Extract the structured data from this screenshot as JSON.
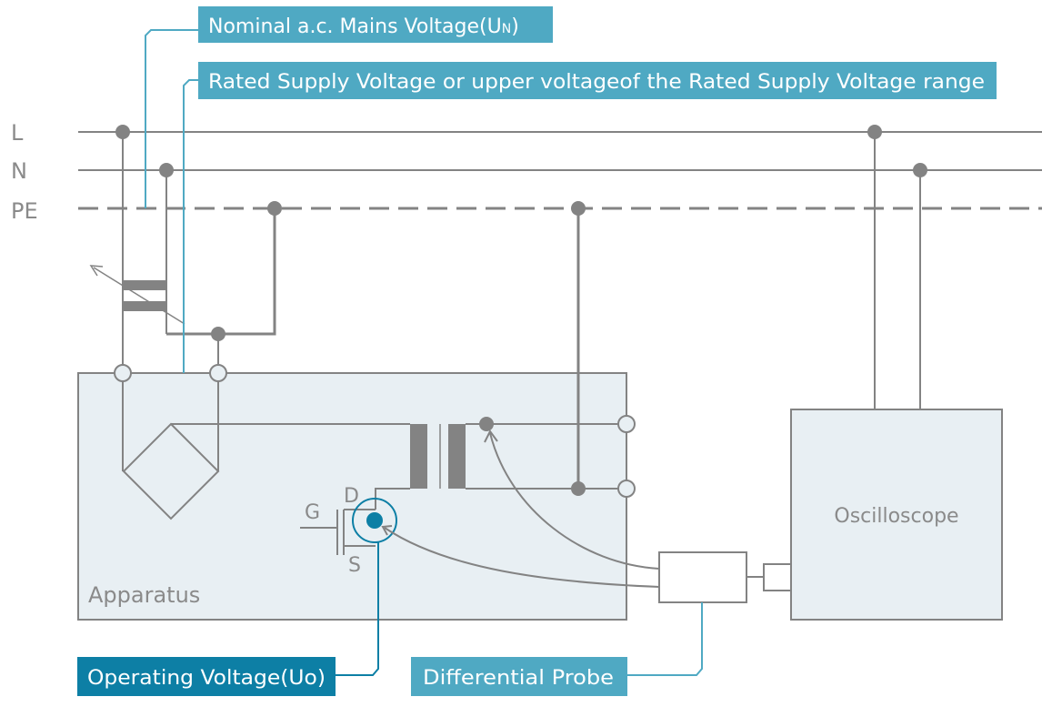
{
  "callouts": {
    "nominal": {
      "label": "Nominal a.c. Mains Voltage(U",
      "sub": "N",
      "suffix": ")"
    },
    "rated": {
      "label": "Rated Supply Voltage or upper voltageof the Rated Supply Voltage range"
    },
    "operating": {
      "label": "Operating Voltage(Uo)"
    },
    "probe": {
      "label": "Differential Probe"
    }
  },
  "lines": {
    "L": "L",
    "N": "N",
    "PE": "PE"
  },
  "blocks": {
    "apparatus": "Apparatus",
    "oscilloscope": "Oscilloscope"
  },
  "transistor": {
    "G": "G",
    "D": "D",
    "S": "S"
  },
  "colors": {
    "wire": "#838383",
    "callout_light": "#4fa9c3",
    "callout_dark": "#0d7fa5",
    "box_fill": "#e8eff3",
    "label_gray": "#8a8a8a"
  }
}
